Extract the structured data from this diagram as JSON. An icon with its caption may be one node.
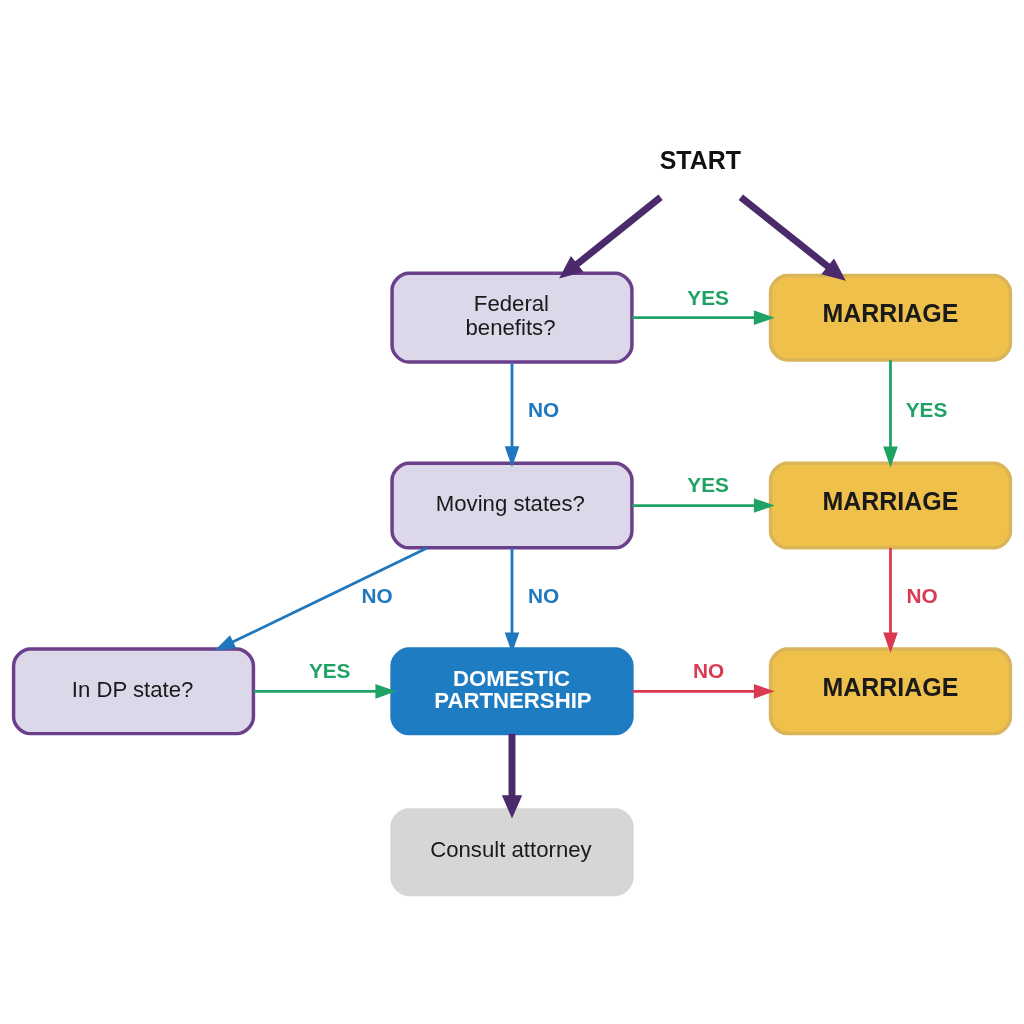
{
  "diagram": {
    "nodes": [
      {
        "text": [
          "START"
        ]
      },
      {
        "text": [
          "Federal benefits?"
        ]
      },
      {
        "text": [
          "MARRIAGE"
        ]
      },
      {
        "text": [
          "Moving states?"
        ]
      },
      {
        "text": [
          "MARRIAGE"
        ]
      },
      {
        "text": [
          "In DP state?"
        ]
      },
      {
        "text": [
          "DOMESTIC PARTNERSHIP"
        ]
      },
      {
        "text": [
          "MARRIAGE"
        ]
      },
      {
        "text": [
          "Consult attorney"
        ]
      }
    ],
    "edges": [
      {
        "from": 0,
        "to": 1,
        "arrow": "to",
        "style": "thick",
        "color": "#4b2a6b"
      },
      {
        "from": 0,
        "to": 2,
        "arrow": "to",
        "style": "thick",
        "color": "#4b2a6b"
      },
      {
        "from": 1,
        "to": 2,
        "arrow": "to",
        "label": "YES",
        "color": "#1fa365"
      },
      {
        "from": 2,
        "to": 4,
        "arrow": "to",
        "label": "YES",
        "color": "#1fa365"
      },
      {
        "from": 1,
        "to": 3,
        "arrow": "to",
        "label": "NO",
        "color": "#1f77bd"
      },
      {
        "from": 3,
        "to": 4,
        "arrow": "to",
        "label": "YES",
        "color": "#1fa365"
      },
      {
        "from": 3,
        "to": 5,
        "arrow": "to",
        "label": "NO",
        "color": "#1f77bd"
      },
      {
        "from": 3,
        "to": 6,
        "arrow": "to",
        "label": "NO",
        "color": "#1f77bd"
      },
      {
        "from": 5,
        "to": 6,
        "arrow": "to",
        "label": "YES",
        "color": "#1fa365"
      },
      {
        "from": 4,
        "to": 7,
        "arrow": "to",
        "label": "NO",
        "color": "#d93a52"
      },
      {
        "from": 6,
        "to": 7,
        "arrow": "to",
        "label": "NO",
        "color": "#d93a52"
      },
      {
        "from": 6,
        "to": 8,
        "arrow": "to",
        "style": "thick",
        "color": "#4b2a6b"
      }
    ]
  }
}
